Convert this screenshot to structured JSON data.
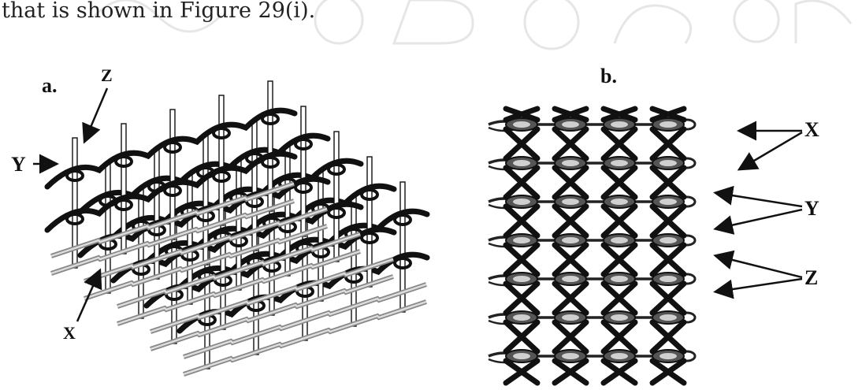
{
  "caption": "that is shown in Figure 29(i).",
  "panel_a": {
    "label": "a.",
    "annotations": {
      "z": "Z",
      "y": "Y",
      "x": "X"
    }
  },
  "panel_b": {
    "label": "b.",
    "annotations": {
      "x": "X",
      "y": "Y",
      "z": "Z"
    }
  },
  "colors": {
    "ink": "#111111",
    "watermark": "#e8e8e8"
  }
}
